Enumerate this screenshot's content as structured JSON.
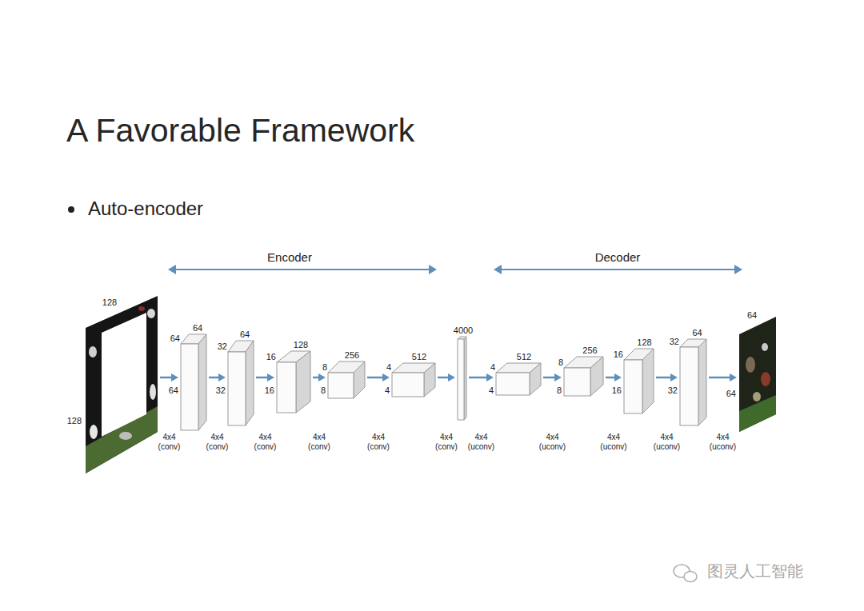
{
  "diagram": {
    "title": "A Favorable Framework",
    "nodes": [
      {
        "text": [
          "128",
          "128"
        ]
      },
      {
        "text": [
          "64",
          "64",
          "64"
        ]
      },
      {
        "text": [
          "32",
          "64",
          "32"
        ]
      },
      {
        "text": [
          "16",
          "128",
          "16"
        ]
      },
      {
        "text": [
          "8",
          "256",
          "8"
        ]
      },
      {
        "text": [
          "4",
          "512",
          "4"
        ]
      },
      {
        "text": [
          "4000"
        ]
      },
      {
        "text": [
          "4",
          "512",
          "4"
        ]
      },
      {
        "text": [
          "8",
          "256",
          "8"
        ]
      },
      {
        "text": [
          "16",
          "128",
          "16"
        ]
      },
      {
        "text": [
          "32",
          "64",
          "32"
        ]
      },
      {
        "text": [
          "64",
          "64"
        ]
      }
    ],
    "edges": [
      {
        "from": 0,
        "to": 1,
        "arrow": "to",
        "label": "4x4 (conv)"
      },
      {
        "from": 1,
        "to": 2,
        "arrow": "to",
        "label": "4x4 (conv)"
      },
      {
        "from": 2,
        "to": 3,
        "arrow": "to",
        "label": "4x4 (conv)"
      },
      {
        "from": 3,
        "to": 4,
        "arrow": "to",
        "label": "4x4 (conv)"
      },
      {
        "from": 4,
        "to": 5,
        "arrow": "to",
        "label": "4x4 (conv)"
      },
      {
        "from": 5,
        "to": 6,
        "arrow": "to",
        "label": "4x4 (conv)"
      },
      {
        "from": 6,
        "to": 7,
        "arrow": "to",
        "label": "4x4 (uconv)"
      },
      {
        "from": 7,
        "to": 8,
        "arrow": "to",
        "label": "4x4 (uconv)"
      },
      {
        "from": 8,
        "to": 9,
        "arrow": "to",
        "label": "4x4 (uconv)"
      },
      {
        "from": 9,
        "to": 10,
        "arrow": "to",
        "label": "4x4 (uconv)"
      },
      {
        "from": 10,
        "to": 11,
        "arrow": "to",
        "label": "4x4 (uconv)"
      }
    ],
    "labels": [
      "Auto-encoder",
      "Encoder",
      "Decoder",
      "图灵人工智能"
    ]
  }
}
